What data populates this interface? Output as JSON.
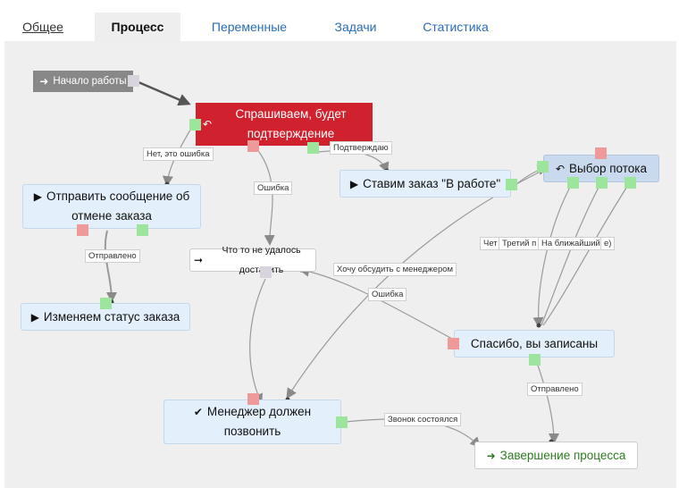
{
  "tabs": [
    {
      "label": "Общее"
    },
    {
      "label": "Процесс"
    },
    {
      "label": "Переменные"
    },
    {
      "label": "Задачи"
    },
    {
      "label": "Статистика"
    }
  ],
  "nodes": {
    "start": "Начало работы",
    "ask": "Спрашиваем, будет подтверждение",
    "cancel_msg": "Отправить сообщение об отмене заказа",
    "change_status": "Изменяем статус заказа",
    "set_in_work": "Ставим заказ \"В работе\"",
    "choice": "Выбор потока",
    "failed": "Что то не удалось доставить",
    "thanks": "Спасибо, вы записаны",
    "manager_call": "Менеджер должен позвонить",
    "finish": "Завершение процесса"
  },
  "edge_labels": {
    "no_mistake": "Нет, это ошибка",
    "confirm": "Подтверждаю",
    "error1": "Ошибка",
    "sent1": "Отправлено",
    "discuss": "Хочу обсудить с менеджером",
    "error2": "Ошибка",
    "thu": "Чет",
    "third": "Третий п",
    "nearest": "На ближайший",
    "paren": "е)",
    "sent2": "Отправлено",
    "call_done": "Звонок состоялся"
  },
  "icons": {
    "start": "sign-in-icon",
    "ask": "reply-icon",
    "choice": "reply-icon",
    "play": "play-icon",
    "arrow": "arrow-right-icon",
    "check": "check-icon",
    "exit": "sign-out-icon"
  },
  "colors": {
    "accent_red": "#d0212e",
    "port_green": "#9de59d",
    "port_red": "#ef9a9a",
    "node_blue": "#e3effa",
    "finish_text": "#2d7d1f",
    "tab_link": "#2a6db5"
  }
}
